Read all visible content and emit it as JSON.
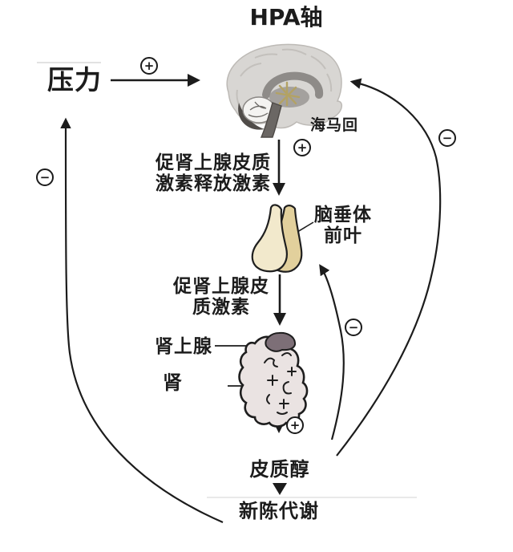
{
  "title": "HPA轴",
  "nodes": {
    "stress": "压力",
    "hippocampus": "海马回",
    "crh": "促肾上腺皮质\n激素释放激素",
    "pituitary": "脑垂体\n前叶",
    "acth": "促肾上腺皮\n质激素",
    "adrenal": "肾上腺",
    "kidney": "肾",
    "cortisol": "皮质醇",
    "metabolism": "新陈代谢"
  },
  "signs": {
    "stress_to_brain": "+",
    "brain_to_crh": "+",
    "cortisol_release": "+",
    "feedback_to_stress": "−",
    "feedback_to_pituitary": "−",
    "feedback_to_brain": "−"
  },
  "colors": {
    "background": "#ffffff",
    "text": "#1c1c1c",
    "arrow": "#1c1c1c",
    "brain_cortex": "#d8d6d3",
    "brain_inner": "#8e8b88",
    "brain_stem": "#6b6764",
    "brain_accent": "#b3a264",
    "cerebellum_dark": "#504c49",
    "pituitary_front": "#f2e9cc",
    "pituitary_back": "#e2d09c",
    "kidney_fill": "#eae3e2",
    "adrenal_fill": "#7d6f77"
  }
}
